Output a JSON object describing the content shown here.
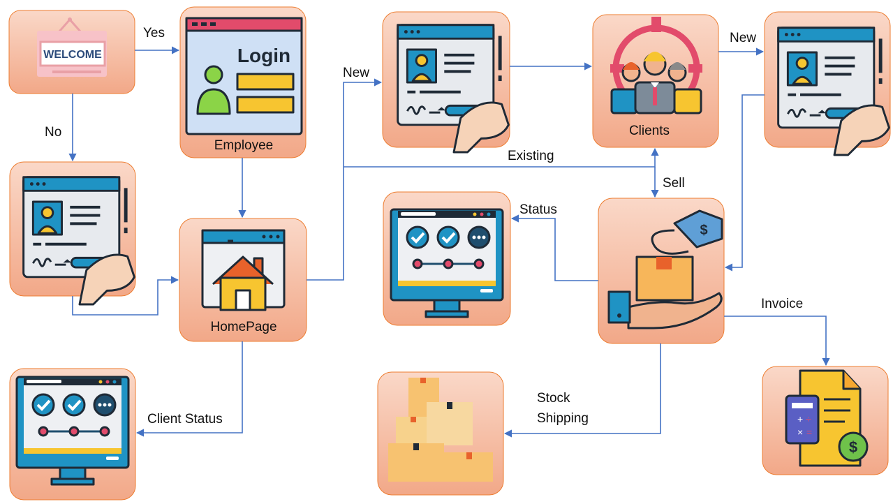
{
  "nodes": {
    "welcome": {
      "sign_text": "WELCOME"
    },
    "login": {
      "screen_text": "Login",
      "label": "Employee"
    },
    "register_left": {},
    "homepage": {
      "label": "HomePage"
    },
    "register_center": {},
    "clients": {
      "label": "Clients"
    },
    "register_right": {},
    "status_monitor": {},
    "client_status_monitor": {},
    "sell": {},
    "stock": {},
    "invoice": {}
  },
  "edges": {
    "yes": "Yes",
    "no": "No",
    "new_center": "New",
    "new_right": "New",
    "existing": "Existing",
    "sell": "Sell",
    "status": "Status",
    "client_status": "Client Status",
    "stock_line1": "Stock",
    "stock_line2": "Shipping",
    "invoice": "Invoice"
  },
  "colors": {
    "arrow": "#4472C4",
    "box_border": "#ED7D31",
    "box_fill_start": "#FBE0D4",
    "box_fill_end": "#F3AC8E"
  }
}
